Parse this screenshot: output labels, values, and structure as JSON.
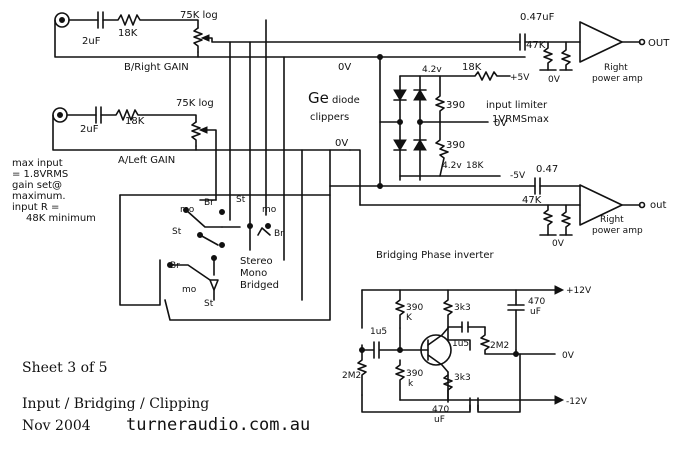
{
  "labels": {
    "cap_in_right": "2uF",
    "res_in_right": "18K",
    "pot_right": "75K log",
    "gain_right": "B/Right GAIN",
    "cap_in_left": "2uF",
    "res_in_left": "18K",
    "pot_left": "75K log",
    "gain_left": "A/Left GAIN",
    "ov_top": "0V",
    "ov_mid": "0V",
    "cap_out_right": "0.47uF",
    "res_out_right": "47K",
    "ov_r_amp": "0V",
    "out_right": "OUT",
    "amp_right": "Right\npower amp",
    "cap_out_left": "0.47",
    "res_out_left": "47K",
    "ov_l_amp": "0V",
    "out_left": "out",
    "amp_left": "Right\npower amp",
    "ge_diode": "Ge",
    "ge_diode2": "diode",
    "clippers": "clippers",
    "v42_top": "4.2v",
    "r390_top": "390",
    "r18k_top": "18K",
    "plus5v": "+5V",
    "input_limiter": "input limiter",
    "limiter_spec": "1VRMSmax",
    "r390_bot": "390",
    "ov_limiter": "0V",
    "v42_bot": "4.2v",
    "r18k_bot": "18K",
    "minus5v": "-5V",
    "max_input_note": "max input\n= 1.8VRMS\ngain set@\nmaximum.\ninput R =\n48K minimum",
    "sw_br1": "Br",
    "sw_st1": "St",
    "sw_mo1": "mo",
    "sw_mo2": "mo",
    "sw_br2": "Br",
    "sw_st2": "St",
    "sw_br3": "Br",
    "sw_mo3": "mo",
    "sw_st3": "St",
    "mode_labels": "Stereo\nMono\nBridged",
    "bridging_title": "Bridging Phase inverter",
    "plus12v": "+12V",
    "r390k_top": "390\nK",
    "r3k3_top": "3k3",
    "cap_470_top": "470\nuF",
    "cap_1u5_in": "1u5",
    "cap_1u5_out": "1u5",
    "r2m2_in": "2M2",
    "r2m2_out": "2M2",
    "ov_inverter": "0V",
    "r390k_bot": "390\nk",
    "r3k3_bot": "3k3",
    "minus12v": "-12V",
    "cap_470_bot": "470\nuF"
  },
  "footer": {
    "sheet": "Sheet 3 of 5",
    "subtitle": "Input / Bridging / Clipping",
    "date": "Nov 2004",
    "site": "turneraudio.com.au"
  }
}
